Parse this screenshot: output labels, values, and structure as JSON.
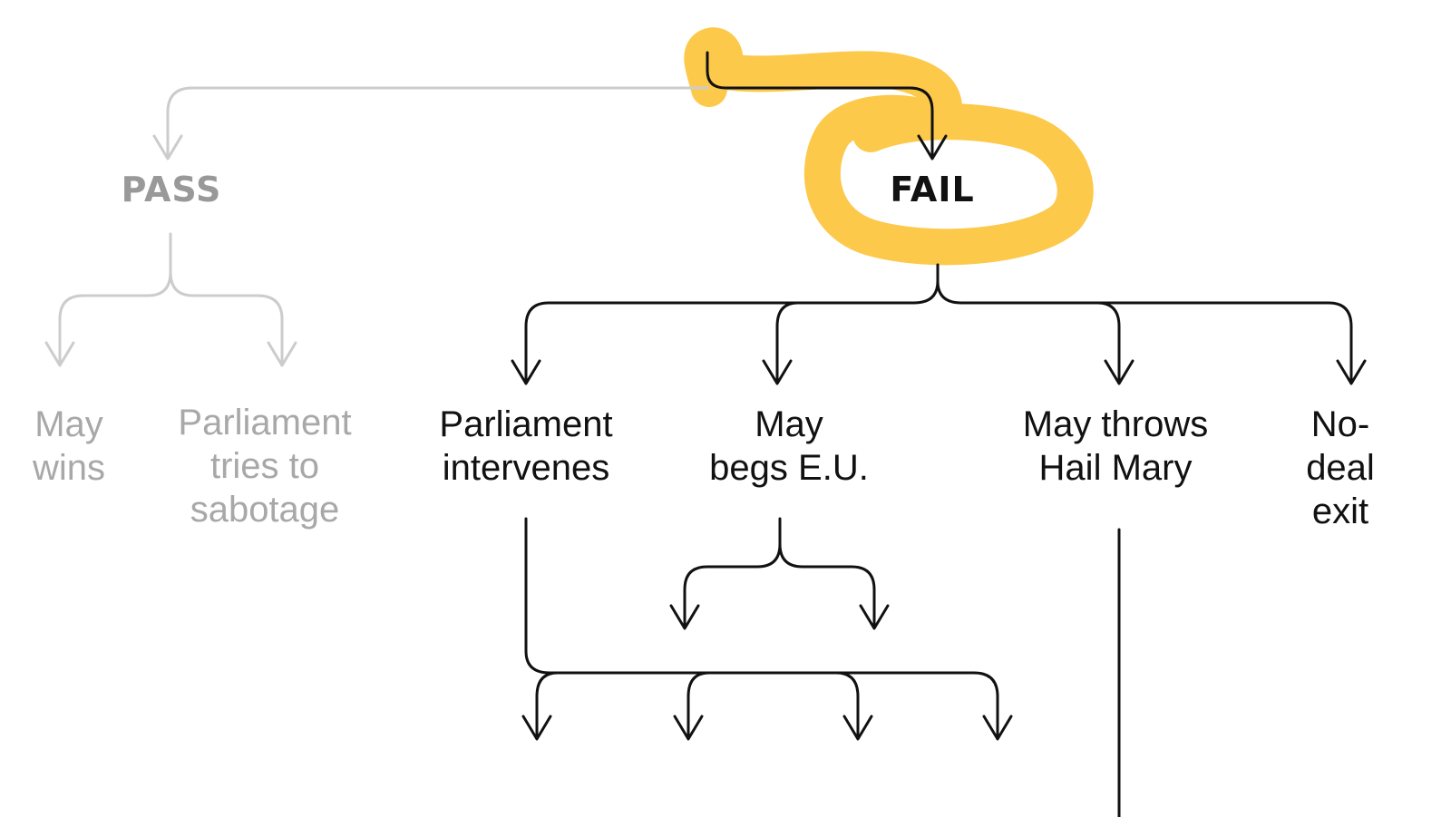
{
  "diagram": {
    "colors": {
      "active_line": "#111111",
      "faded_line": "#cccccc",
      "active_text": "#111111",
      "faded_text": "#a8a8a8",
      "pass_text": "#999999",
      "highlight": "#fcc94a"
    },
    "outcomes": {
      "pass": "PASS",
      "fail": "FAIL"
    },
    "pass_branches": {
      "may_wins": "May\nwins",
      "parliament_sabotage": "Parliament\ntries to\nsabotage"
    },
    "fail_branches": {
      "parliament_intervenes": "Parliament\nintervenes",
      "may_begs_eu": "May\nbegs E.U.",
      "may_hail_mary": "May throws\nHail Mary",
      "no_deal_exit": "No-deal\nexit"
    }
  }
}
